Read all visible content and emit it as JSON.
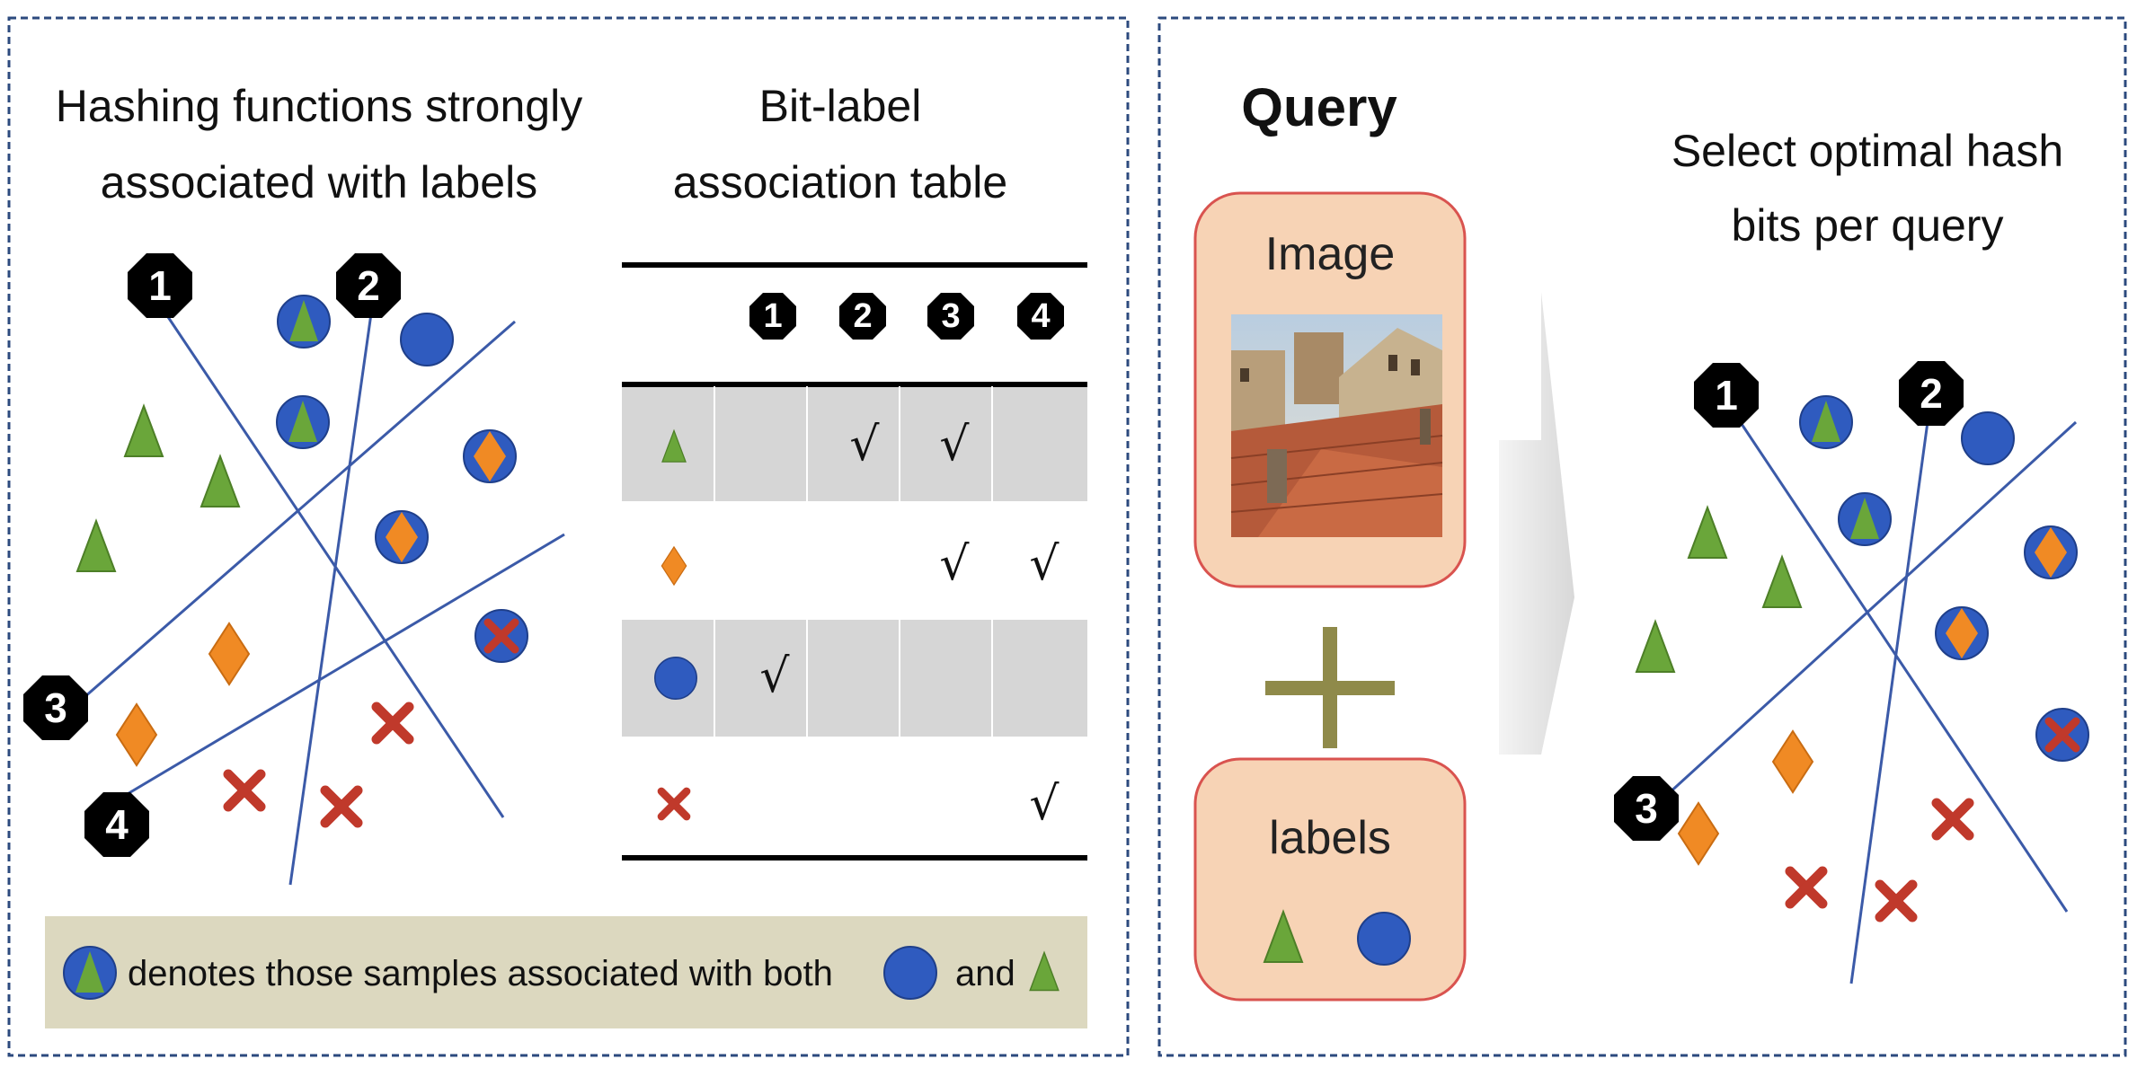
{
  "left_panel": {
    "title_line1": "Hashing functions strongly",
    "title_line2": "associated with labels"
  },
  "table": {
    "title_line1": "Bit-label",
    "title_line2": "association table",
    "columns": [
      "1",
      "2",
      "3",
      "4"
    ],
    "rows": [
      {
        "label_shape": "triangle",
        "checks": [
          "",
          "√",
          "√",
          ""
        ]
      },
      {
        "label_shape": "diamond",
        "checks": [
          "",
          "",
          "√",
          "√"
        ]
      },
      {
        "label_shape": "circle",
        "checks": [
          "√",
          "",
          "",
          ""
        ]
      },
      {
        "label_shape": "cross",
        "checks": [
          "",
          "",
          "",
          "√"
        ]
      }
    ]
  },
  "legend": {
    "text_main": "denotes those samples associated with both",
    "text_and": "and"
  },
  "query_panel": {
    "title": "Query",
    "image_label": "Image",
    "labels_label": "labels"
  },
  "right_panel": {
    "title_line1": "Select optimal hash",
    "title_line2": "bits per query"
  },
  "badges_left": [
    "1",
    "2",
    "3",
    "4"
  ],
  "badges_right": [
    "1",
    "2",
    "3"
  ],
  "colors": {
    "triangle": "#6aa63a",
    "diamond": "#f08a24",
    "circle": "#2f5bbf",
    "cross": "#c0392b",
    "hash_line": "#3b5aa8",
    "query_box": "#f7d3b5",
    "query_box_border": "#d9534f",
    "table_shade": "#d6d6d6",
    "legend_bg": "#dcd8bf",
    "panel_border": "#2c4a7e",
    "plus": "#8f8a4a"
  }
}
